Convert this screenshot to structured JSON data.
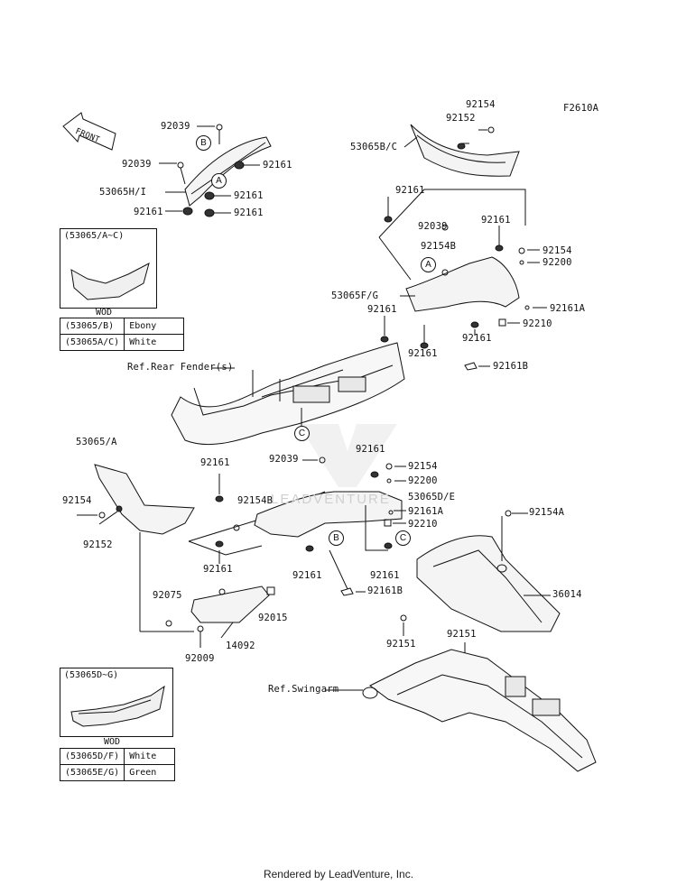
{
  "figure_code": "F2610A",
  "front_label": "FRONT",
  "footer": "Rendered by LeadVenture, Inc.",
  "watermark": "LEADVENTURE",
  "callouts": {
    "A": "A",
    "B": "B",
    "C": "C"
  },
  "parts": {
    "p92039_a": "92039",
    "p92039_b": "92039",
    "p53065HI": "53065H/I",
    "p92161_a": "92161",
    "p92161_b": "92161",
    "p92161_c": "92161",
    "p92161_d": "92161",
    "p53065BC": "53065B/C",
    "p92154_a": "92154",
    "p92152_a": "92152",
    "p92161_e": "92161",
    "p92039_c": "92039",
    "p92161_f": "92161",
    "p92154B_a": "92154B",
    "p92154_b": "92154",
    "p92200_a": "92200",
    "p53065FG": "53065F/G",
    "p92161A_a": "92161A",
    "p92161_g": "92161",
    "p92210_a": "92210",
    "p92161_h": "92161",
    "p92161_i": "92161",
    "p92161B_a": "92161B",
    "ref_rear_fender": "Ref.Rear Fender(s)",
    "p53065A": "53065/A",
    "p92161_j": "92161",
    "p92039_d": "92039",
    "p92161_k": "92161",
    "p92154_c": "92154",
    "p92200_b": "92200",
    "p53065DE": "53065D/E",
    "p92154B_b": "92154B",
    "p92161A_b": "92161A",
    "p92210_b": "92210",
    "p92154_d": "92154",
    "p92152_b": "92152",
    "p92154A": "92154A",
    "p92161_l": "92161",
    "p92161_m": "92161",
    "p92161_n": "92161",
    "p92161B_b": "92161B",
    "p36014": "36014",
    "p92075": "92075",
    "p92015": "92015",
    "p14092": "14092",
    "p92009": "92009",
    "p92151_a": "92151",
    "p92151_b": "92151",
    "ref_swingarm": "Ref.Swingarm"
  },
  "legend_top": {
    "title": "(53065/A~C)",
    "wod": "WOD",
    "rows": [
      {
        "code": "(53065/B)",
        "color": "Ebony"
      },
      {
        "code": "(53065A/C)",
        "color": "White"
      }
    ]
  },
  "legend_bottom": {
    "title": "(53065D~G)",
    "wod": "WOD",
    "rows": [
      {
        "code": "(53065D/F)",
        "color": "White"
      },
      {
        "code": "(53065E/G)",
        "color": "Green"
      }
    ]
  }
}
